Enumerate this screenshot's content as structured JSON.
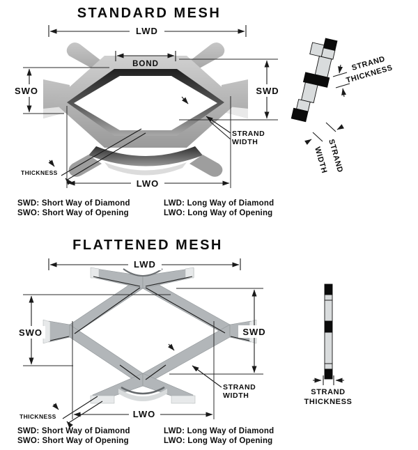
{
  "colors": {
    "background": "#ffffff",
    "mesh_gray": "#b2b6b9",
    "mesh_gray_3d_light": "#cccccc",
    "mesh_gray_3d_dark": "#9b9b9b",
    "opening_shadow_dark": "#1f1f1f",
    "cap_light": "#e7e9ea",
    "line_black": "#1a1a1a",
    "text_black": "#0d0d0d"
  },
  "standard": {
    "title": "STANDARD MESH",
    "dim_lwd": "LWD",
    "dim_bond": "BOND",
    "dim_swo": "SWO",
    "dim_swd": "SWD",
    "strand_width": [
      "STRAND",
      "WIDTH"
    ],
    "thickness": "THICKNESS",
    "dim_lwo": "LWO",
    "cross_section": {
      "strand_thickness": [
        "STRAND",
        "THICKNESS"
      ],
      "strand_width": [
        "STRAND",
        "WIDTH"
      ]
    },
    "legend": {
      "col1": [
        "SWD: Short Way of Diamond",
        "SWO: Short Way of Opening"
      ],
      "col2": [
        "LWD: Long Way of Diamond",
        "LWO: Long Way of Opening"
      ]
    }
  },
  "flattened": {
    "title": "FLATTENED MESH",
    "dim_lwd": "LWD",
    "dim_swo": "SWO",
    "dim_swd": "SWD",
    "strand_width": [
      "STRAND",
      "WIDTH"
    ],
    "thickness": "THICKNESS",
    "dim_lwo": "LWO",
    "cross_section": {
      "strand_thickness": [
        "STRAND",
        "THICKNESS"
      ]
    },
    "legend": {
      "col1": [
        "SWD: Short Way of Diamond",
        "SWO: Short Way of Opening"
      ],
      "col2": [
        "LWD: Long Way of Diamond",
        "LWO: Long Way of Opening"
      ]
    }
  }
}
